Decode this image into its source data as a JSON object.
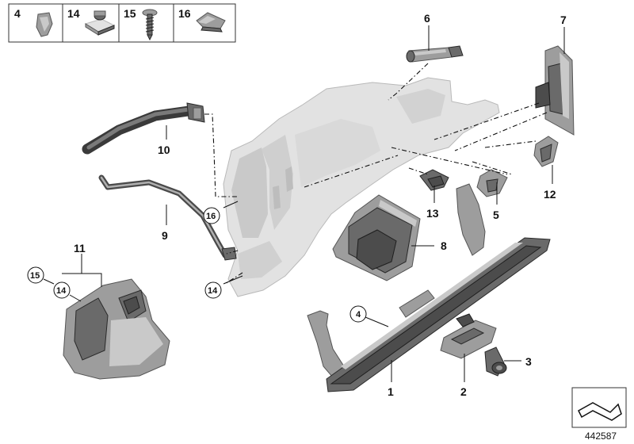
{
  "legend": {
    "cells": [
      {
        "label": "4",
        "icon": "clip-icon"
      },
      {
        "label": "14",
        "icon": "nut-icon"
      },
      {
        "label": "15",
        "icon": "screw-icon"
      },
      {
        "label": "16",
        "icon": "bracket-clip-icon"
      }
    ]
  },
  "callouts": {
    "p1": "1",
    "p2": "2",
    "p3": "3",
    "p4": "4",
    "p5": "5",
    "p6": "6",
    "p7": "7",
    "p8": "8",
    "p9": "9",
    "p10": "10",
    "p11": "11",
    "p12": "12",
    "p13": "13",
    "c14a": "14",
    "c14b": "14",
    "c15": "15",
    "c16": "16"
  },
  "catalog_number": "442587",
  "parts": [
    {
      "id": "glove-box-housing",
      "icon": "glove-box-housing-icon"
    },
    {
      "id": "glove-box-lid",
      "icon": "glove-box-lid-icon",
      "callout": "1"
    },
    {
      "id": "lock",
      "icon": "lock-icon",
      "callout": "2"
    },
    {
      "id": "lock-cylinder",
      "icon": "lock-cylinder-icon",
      "callout": "3"
    },
    {
      "id": "clip",
      "icon": "clip-icon",
      "callout": "4"
    },
    {
      "id": "bracket",
      "icon": "bracket-icon",
      "callout": "5"
    },
    {
      "id": "damper",
      "icon": "damper-icon",
      "callout": "6"
    },
    {
      "id": "hinge-panel",
      "icon": "hinge-panel-icon",
      "callout": "7"
    },
    {
      "id": "insert-tray",
      "icon": "tray-icon",
      "callout": "8"
    },
    {
      "id": "hose",
      "icon": "hose-icon",
      "callout": "9"
    },
    {
      "id": "duct",
      "icon": "duct-icon",
      "callout": "10"
    },
    {
      "id": "mounting-bracket",
      "icon": "mounting-bracket-icon",
      "callout": "11"
    },
    {
      "id": "light",
      "icon": "light-icon",
      "callout": "12"
    },
    {
      "id": "switch",
      "icon": "switch-icon",
      "callout": "13"
    }
  ],
  "orientation_icon": "orientation-arrow-icon"
}
